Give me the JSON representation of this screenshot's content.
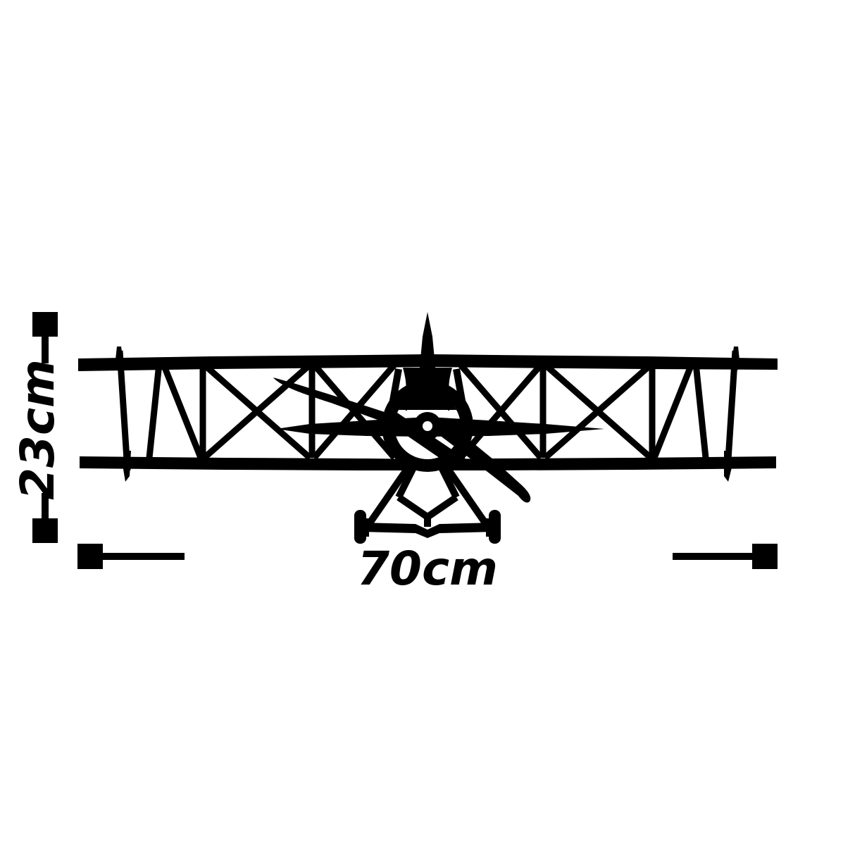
{
  "diagram": {
    "title": "Biplane wall art dimension diagram",
    "subject": "biplane-silhouette",
    "background_color": "#ffffff",
    "ink_color": "#000000"
  },
  "dimensions": {
    "height": {
      "label": "23cm",
      "value": 23,
      "unit": "cm",
      "orientation": "vertical",
      "text_rotation_deg": -90
    },
    "width": {
      "label": "70cm",
      "value": 70,
      "unit": "cm",
      "orientation": "horizontal",
      "text_rotation_deg": 0
    }
  },
  "markers": {
    "vertical_top": "square-cap-marker",
    "vertical_bottom": "square-cap-marker",
    "horizontal_left": "square-cap-marker",
    "horizontal_right": "square-cap-marker"
  },
  "aircraft": {
    "type": "biplane",
    "view": "front-elevation",
    "parts": [
      "upper-wing",
      "lower-wing",
      "wing-struts",
      "cross-bracing",
      "fuselage",
      "tail-fin",
      "engine-cowling",
      "propeller",
      "horizontal-stabilizer",
      "landing-gear",
      "wheels"
    ]
  }
}
